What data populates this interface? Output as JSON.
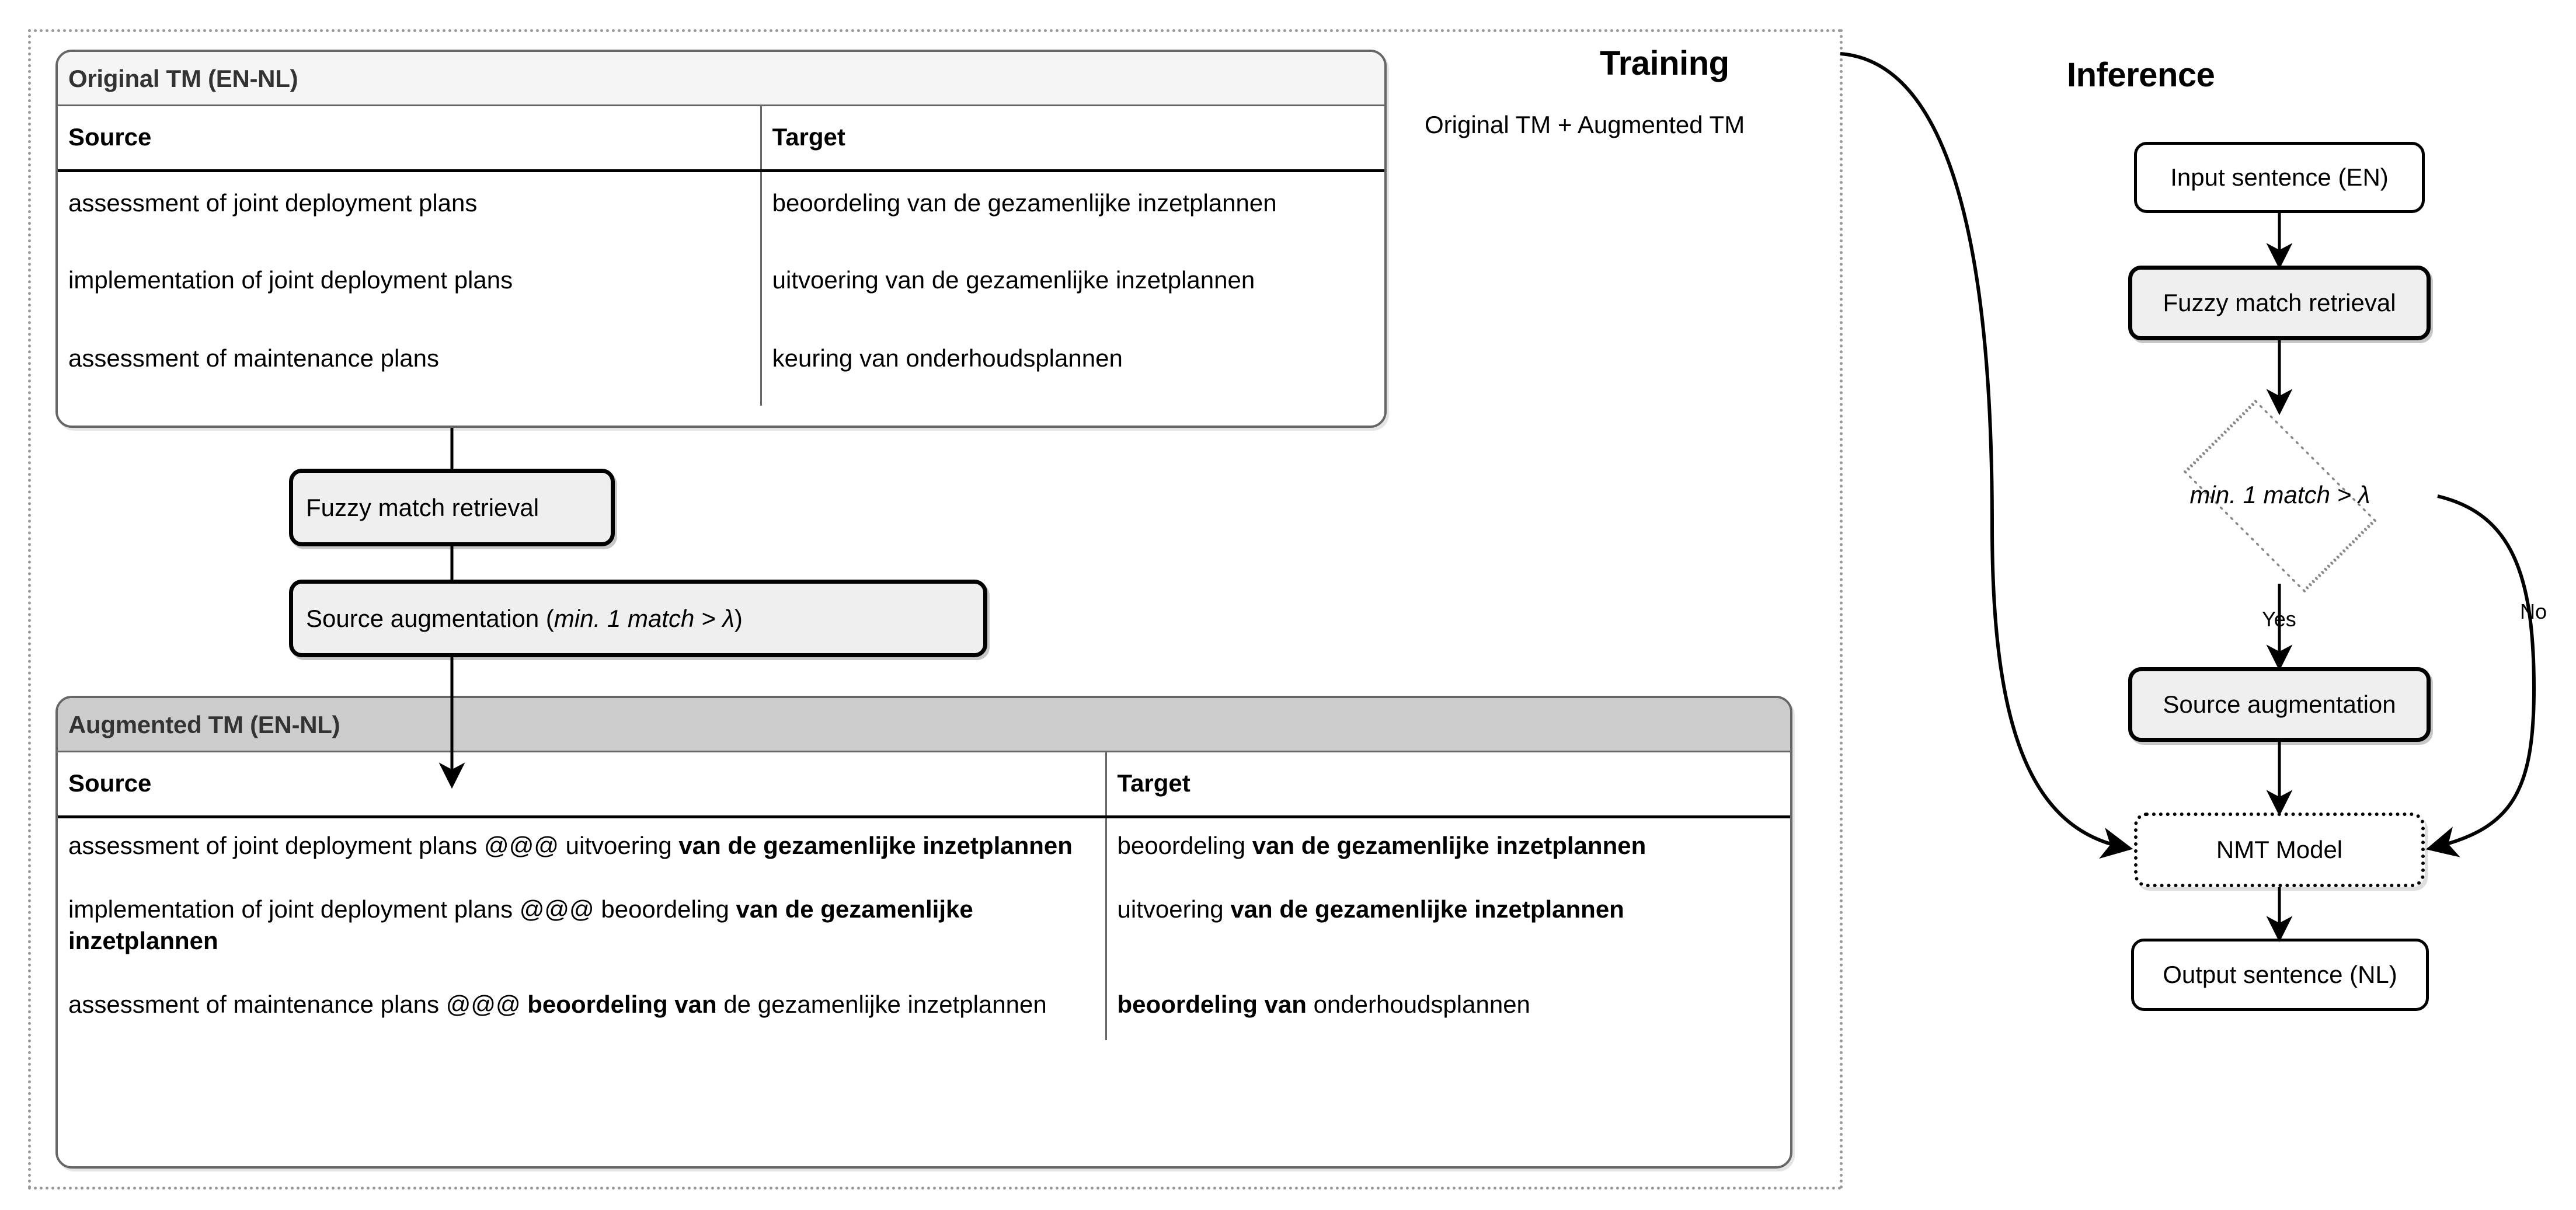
{
  "training": {
    "heading": "Training",
    "subtitle": "Original TM + Augmented TM",
    "original_tm": {
      "title": "Original TM (EN-NL)",
      "columns": [
        "Source",
        "Target"
      ],
      "rows": [
        [
          "assessment of joint deployment plans",
          "beoordeling van de gezamenlijke inzetplannen"
        ],
        [
          "implementation of joint deployment plans",
          "uitvoering van de gezamenlijke inzetplannen"
        ],
        [
          "assessment of maintenance plans",
          "keuring van onderhoudsplannen"
        ]
      ]
    },
    "augmented_tm": {
      "title": "Augmented TM (EN-NL)",
      "columns": [
        "Source",
        "Target"
      ],
      "rows": [
        {
          "source_plain": "assessment of joint deployment plans @@@ uitvoering ",
          "source_bold": "van de gezamenlijke inzetplannen",
          "source_tail": "",
          "target_plain": "beoordeling ",
          "target_bold": "van de gezamenlijke inzetplannen",
          "target_tail": ""
        },
        {
          "source_plain": "implementation of joint deployment plans @@@ beoordeling ",
          "source_bold": "van de gezamenlijke inzetplannen",
          "source_tail": "",
          "target_plain": "uitvoering ",
          "target_bold": "van de gezamenlijke inzetplannen",
          "target_tail": ""
        },
        {
          "source_plain": "assessment of maintenance plans @@@ ",
          "source_bold": "beoordeling van",
          "source_tail": " de gezamenlijke inzetplannen",
          "target_plain": "",
          "target_bold": "beoordeling van",
          "target_tail": " onderhoudsplannen"
        }
      ]
    },
    "steps": {
      "fuzzy_match_retrieval": "Fuzzy match retrieval",
      "source_augmentation_prefix": "Source augmentation (",
      "source_augmentation_condition": "min. 1 match > λ",
      "source_augmentation_suffix": ")"
    }
  },
  "inference": {
    "heading": "Inference",
    "nodes": {
      "input_sentence": "Input sentence (EN)",
      "fuzzy_match_retrieval": "Fuzzy match retrieval",
      "decision": "min. 1 match > λ",
      "source_augmentation": "Source augmentation",
      "nmt_model": "NMT Model",
      "output_sentence": "Output sentence (NL)"
    },
    "edge_labels": {
      "yes": "Yes",
      "no": "No"
    }
  },
  "colors": {
    "dotted_container": "#999999",
    "card_border": "#666666",
    "title_light": "#f5f5f5",
    "title_grey": "#cccccc",
    "proc_fill": "#efefef",
    "line": "#000000"
  }
}
